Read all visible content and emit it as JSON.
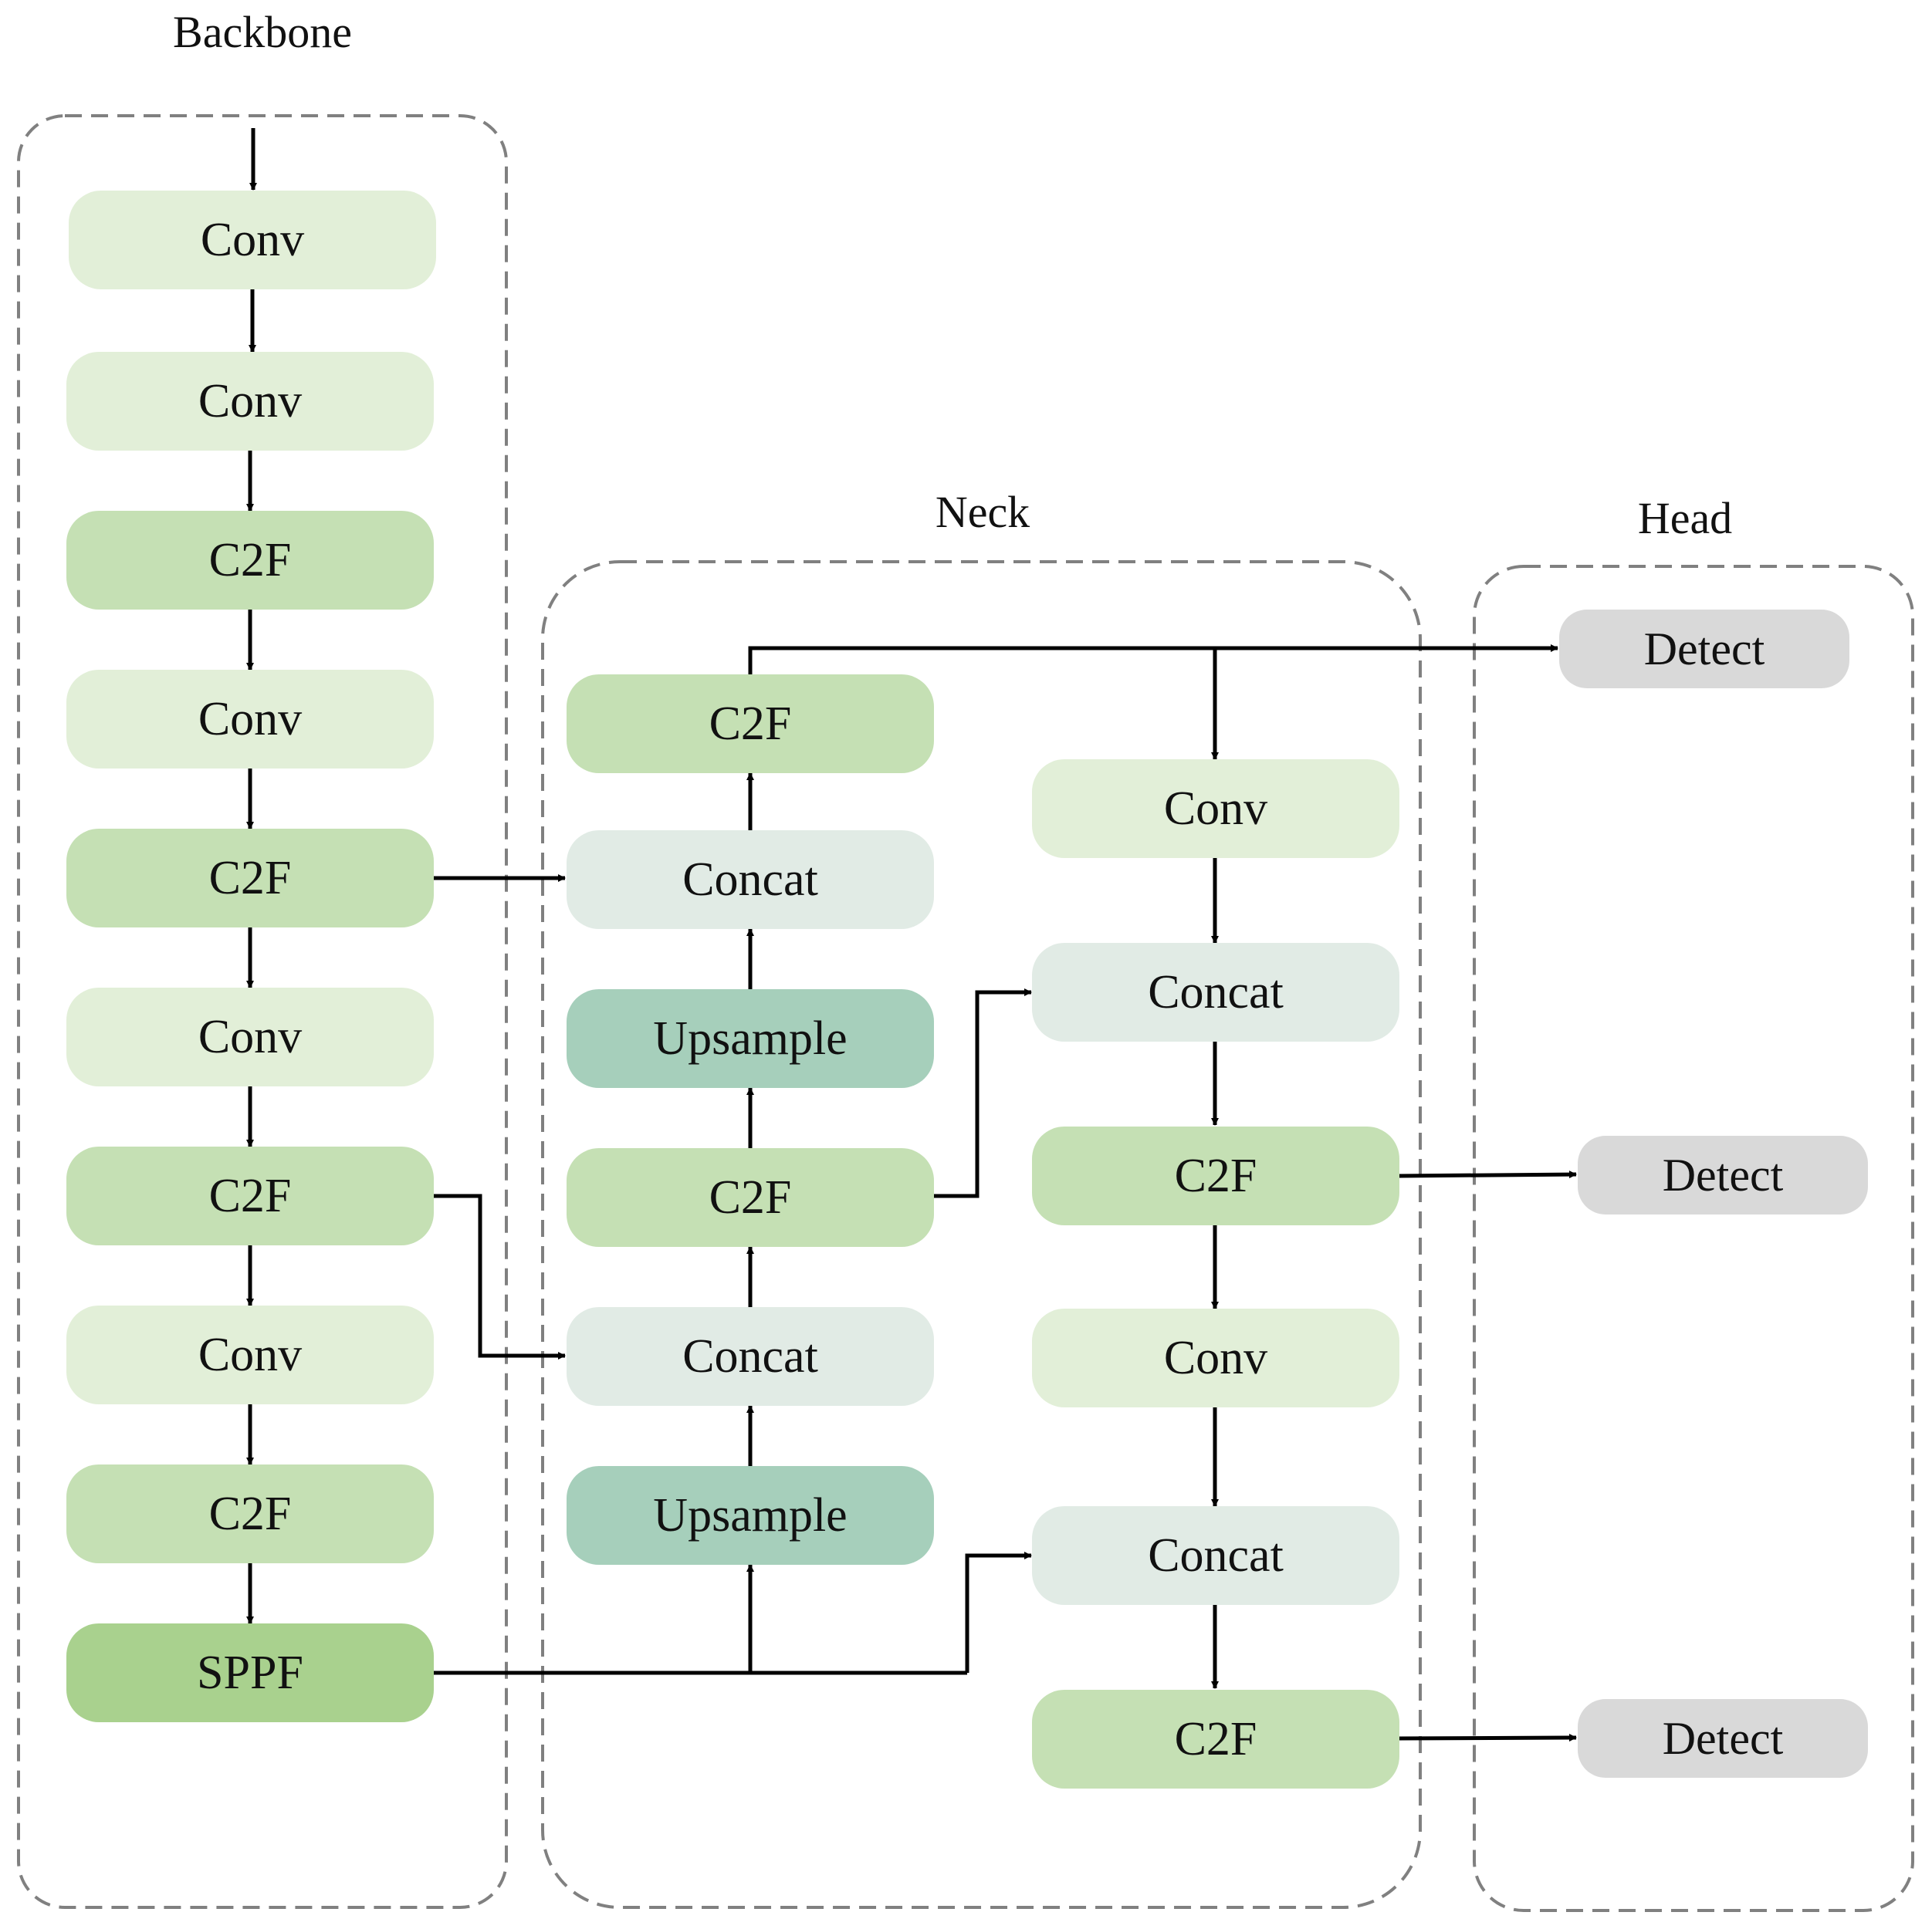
{
  "groups": {
    "backbone": "Backbone",
    "neck": "Neck",
    "head": "Head"
  },
  "colors": {
    "conv": "#e2efd8",
    "c2f": "#c5e0b4",
    "sppf": "#a9d18e",
    "concat": "#e1ebe5",
    "upsample": "#a6cfbb",
    "detect": "#d9d9d9",
    "border": "#808080",
    "arrow": "#000000"
  },
  "backbone": {
    "nodes": [
      "Conv",
      "Conv",
      "C2F",
      "Conv",
      "C2F",
      "Conv",
      "C2F",
      "Conv",
      "C2F",
      "SPPF"
    ]
  },
  "neck": {
    "top_down": [
      "C2F",
      "Concat",
      "Upsample",
      "C2F",
      "Concat",
      "Upsample"
    ],
    "bottom_up": [
      "Conv",
      "Concat",
      "C2F",
      "Conv",
      "Concat",
      "C2F"
    ]
  },
  "head": {
    "nodes": [
      "Detect",
      "Detect",
      "Detect"
    ]
  }
}
